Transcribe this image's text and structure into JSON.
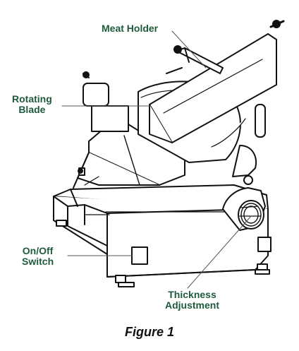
{
  "labels": {
    "meat_holder": "Meat Holder",
    "rotating_blade": "Rotating\nBlade",
    "on_off_switch": "On/Off\nSwitch",
    "thickness_adjustment": "Thickness\nAdjustment"
  },
  "caption": "Figure 1",
  "colors": {
    "label": "#1e5a3c",
    "line": "#111111",
    "leader": "#555555"
  }
}
